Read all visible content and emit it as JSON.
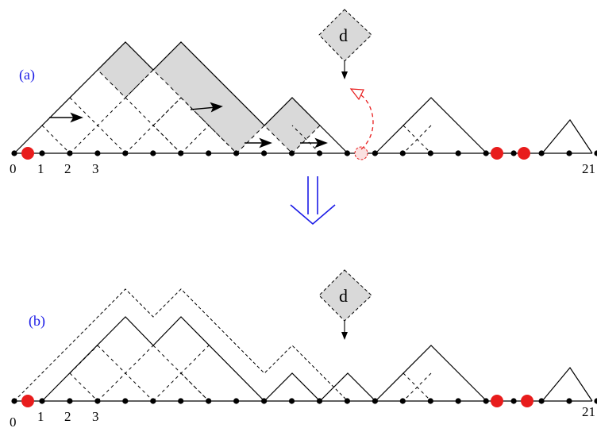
{
  "panel_a": {
    "label": "(a)",
    "tick_labels": [
      "0",
      "1",
      "2",
      "3",
      "21"
    ],
    "particle_label": "d"
  },
  "panel_b": {
    "label": "(b)",
    "tick_labels": [
      "0",
      "1",
      "2",
      "3",
      "21"
    ],
    "particle_label": "d"
  },
  "transition_arrow": "double-down-arrow",
  "colors": {
    "line": "#000000",
    "shaded": "#d9d9d9",
    "site_marker": "#e81c1c",
    "panel_label": "#1a1ae6",
    "hop_arrow": "#e81c1c"
  }
}
